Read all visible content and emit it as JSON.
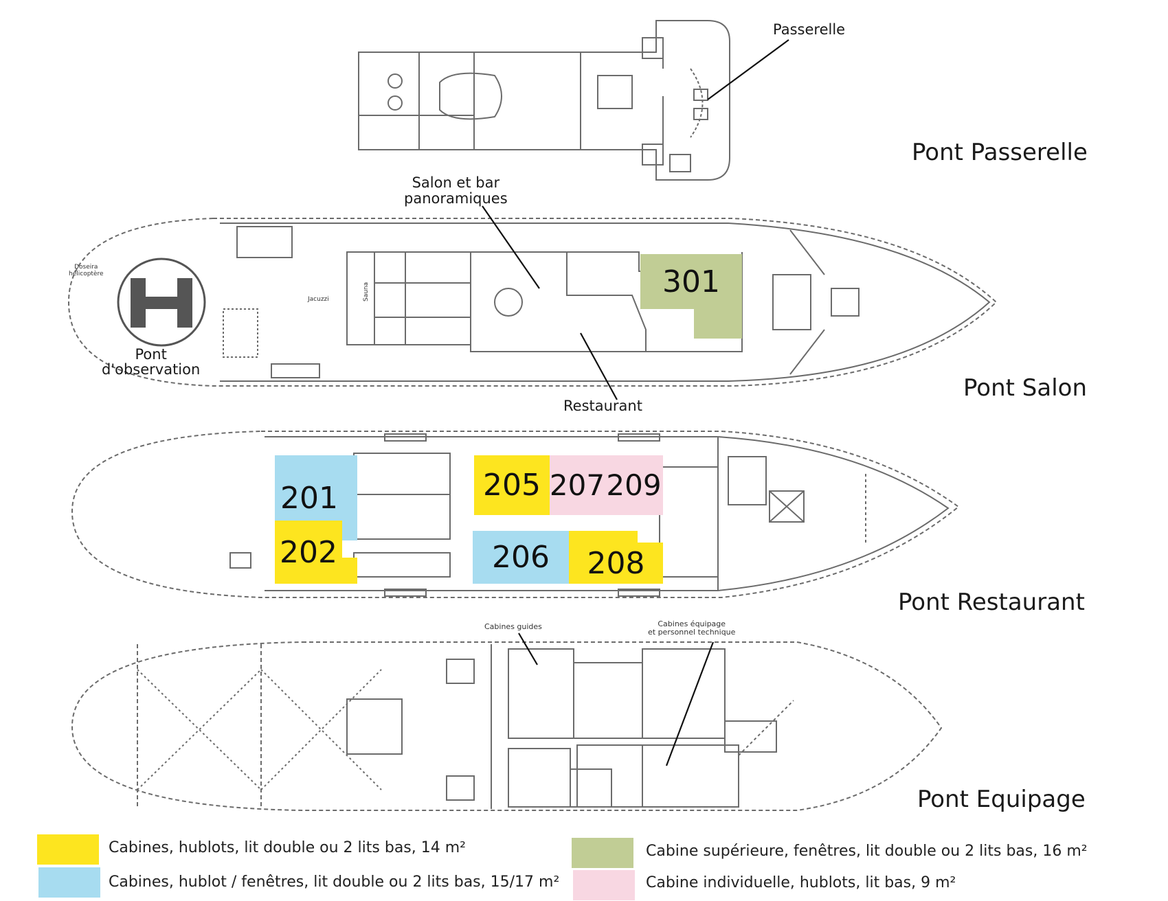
{
  "colors": {
    "standard": "#fde51f",
    "window": "#a7dcf0",
    "superior": "#c1cd95",
    "single": "#f8d7e2",
    "line": "#6b6b6b",
    "helipad": "#555555"
  },
  "decks": {
    "passerelle": {
      "title": "Pont Passerelle",
      "callout": "Passerelle"
    },
    "salon": {
      "title": "Pont Salon",
      "salon_label_line1": "Salon et bar",
      "salon_label_line2": "panoramiques",
      "restaurant_label": "Restaurant",
      "observation_line1": "Pont",
      "observation_line2": "d'observation",
      "helipad_mark": "H",
      "helipad_small_1": "Doseira",
      "helipad_small_2": "hélicoptère",
      "jacuzzi": "Jacuzzi",
      "sauna": "Sauna"
    },
    "restaurant": {
      "title": "Pont Restaurant"
    },
    "equipage": {
      "title": "Pont Equipage",
      "guides_label": "Cabines guides",
      "crew_label_line1": "Cabines équipage",
      "crew_label_line2": "et personnel technique"
    }
  },
  "cabins": [
    {
      "number": "301",
      "category": "superior"
    },
    {
      "number": "201",
      "category": "window"
    },
    {
      "number": "202",
      "category": "standard"
    },
    {
      "number": "205",
      "category": "standard"
    },
    {
      "number": "206",
      "category": "window"
    },
    {
      "number": "207",
      "category": "single"
    },
    {
      "number": "208",
      "category": "standard"
    },
    {
      "number": "209",
      "category": "single"
    }
  ],
  "legend": [
    {
      "category": "standard",
      "text": "Cabines, hublots, lit double ou 2 lits bas, 14 m²"
    },
    {
      "category": "window",
      "text": "Cabines, hublot / fenêtres, lit double ou 2 lits bas, 15/17 m²"
    },
    {
      "category": "superior",
      "text": "Cabine supérieure, fenêtres, lit double ou 2 lits bas, 16 m²"
    },
    {
      "category": "single",
      "text": "Cabine individuelle, hublots, lit bas, 9 m²"
    }
  ]
}
